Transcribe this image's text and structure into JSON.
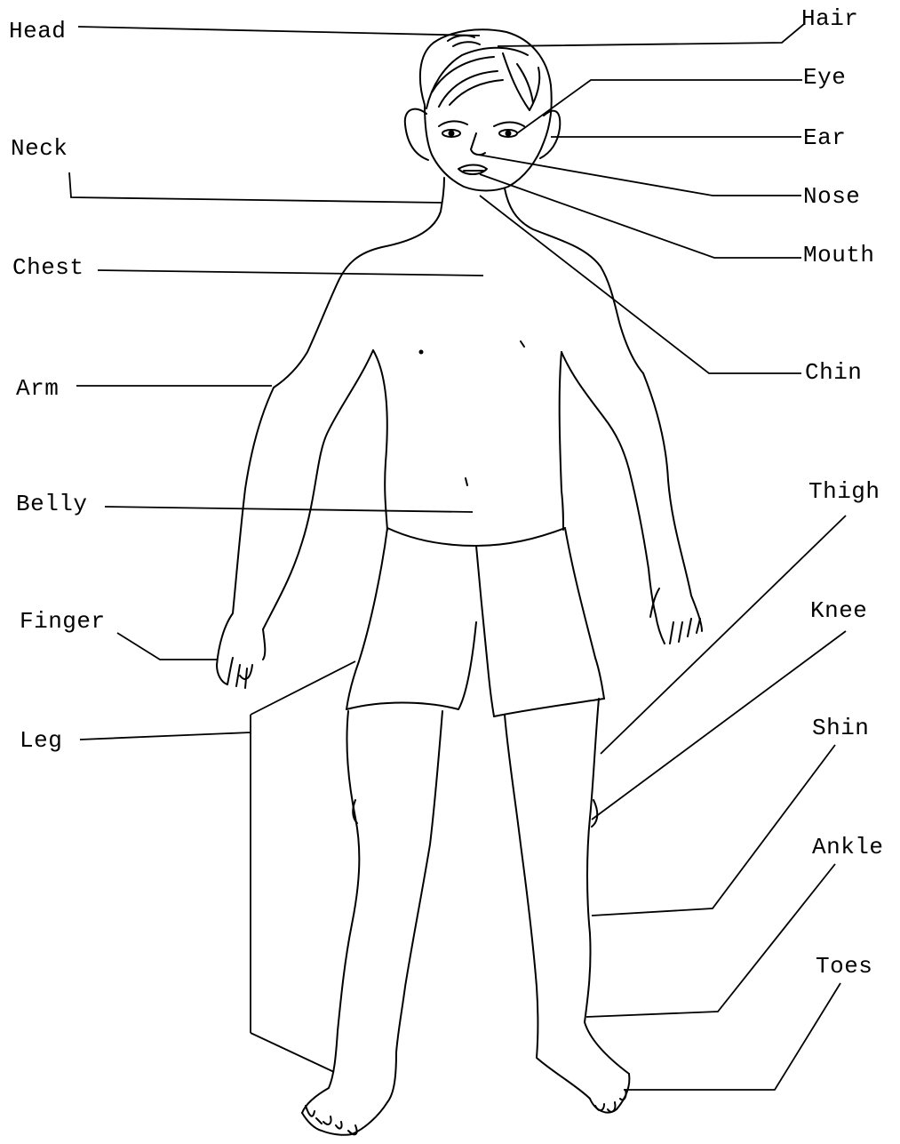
{
  "labels": {
    "head": "Head",
    "hair": "Hair",
    "eye": "Eye",
    "ear": "Ear",
    "neck": "Neck",
    "nose": "Nose",
    "mouth": "Mouth",
    "chest": "Chest",
    "chin": "Chin",
    "arm": "Arm",
    "belly": "Belly",
    "thigh": "Thigh",
    "finger": "Finger",
    "knee": "Knee",
    "leg": "Leg",
    "shin": "Shin",
    "ankle": "Ankle",
    "toes": "Toes"
  },
  "colors": {
    "ink": "#000000",
    "background": "#ffffff"
  }
}
